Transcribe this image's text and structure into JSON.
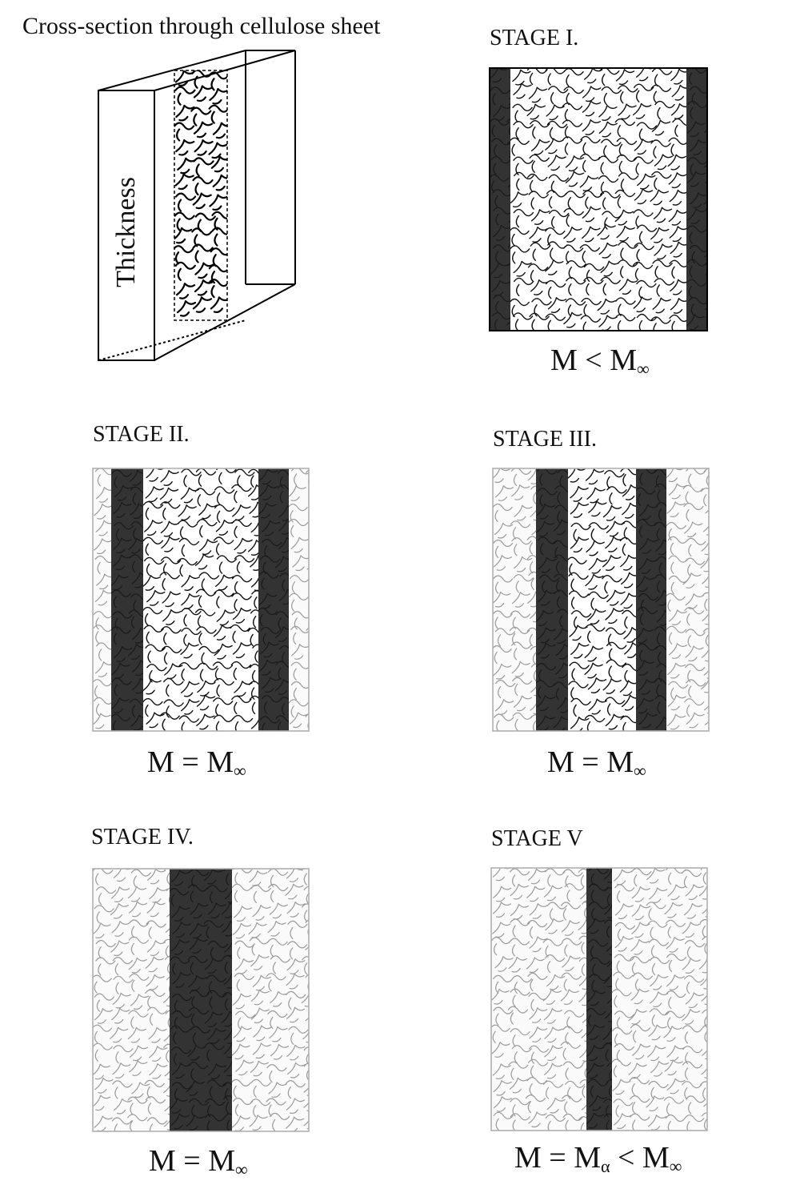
{
  "title": "Cross-section through cellulose sheet",
  "block": {
    "axis_label": "Thickness"
  },
  "stages": [
    {
      "label": "STAGE I.",
      "formula": {
        "lhs": "M < M",
        "sub": "∞",
        "tail": ""
      }
    },
    {
      "label": "STAGE II.",
      "formula": {
        "lhs": "M = M",
        "sub": "∞",
        "tail": ""
      }
    },
    {
      "label": "STAGE III.",
      "formula": {
        "lhs": "M = M",
        "sub": "∞",
        "tail": ""
      }
    },
    {
      "label": "STAGE IV.",
      "formula": {
        "lhs": "M = M",
        "sub": "∞",
        "tail": ""
      }
    },
    {
      "label": "STAGE V",
      "formula": {
        "lhs": "M = M",
        "sub": "α",
        "tail": " < M",
        "sub2": "∞"
      }
    }
  ],
  "colors": {
    "front": "#333333",
    "wet_line": "#111111",
    "dry_line": "#9a9a9a",
    "border_dry": "#b0b0b0"
  }
}
